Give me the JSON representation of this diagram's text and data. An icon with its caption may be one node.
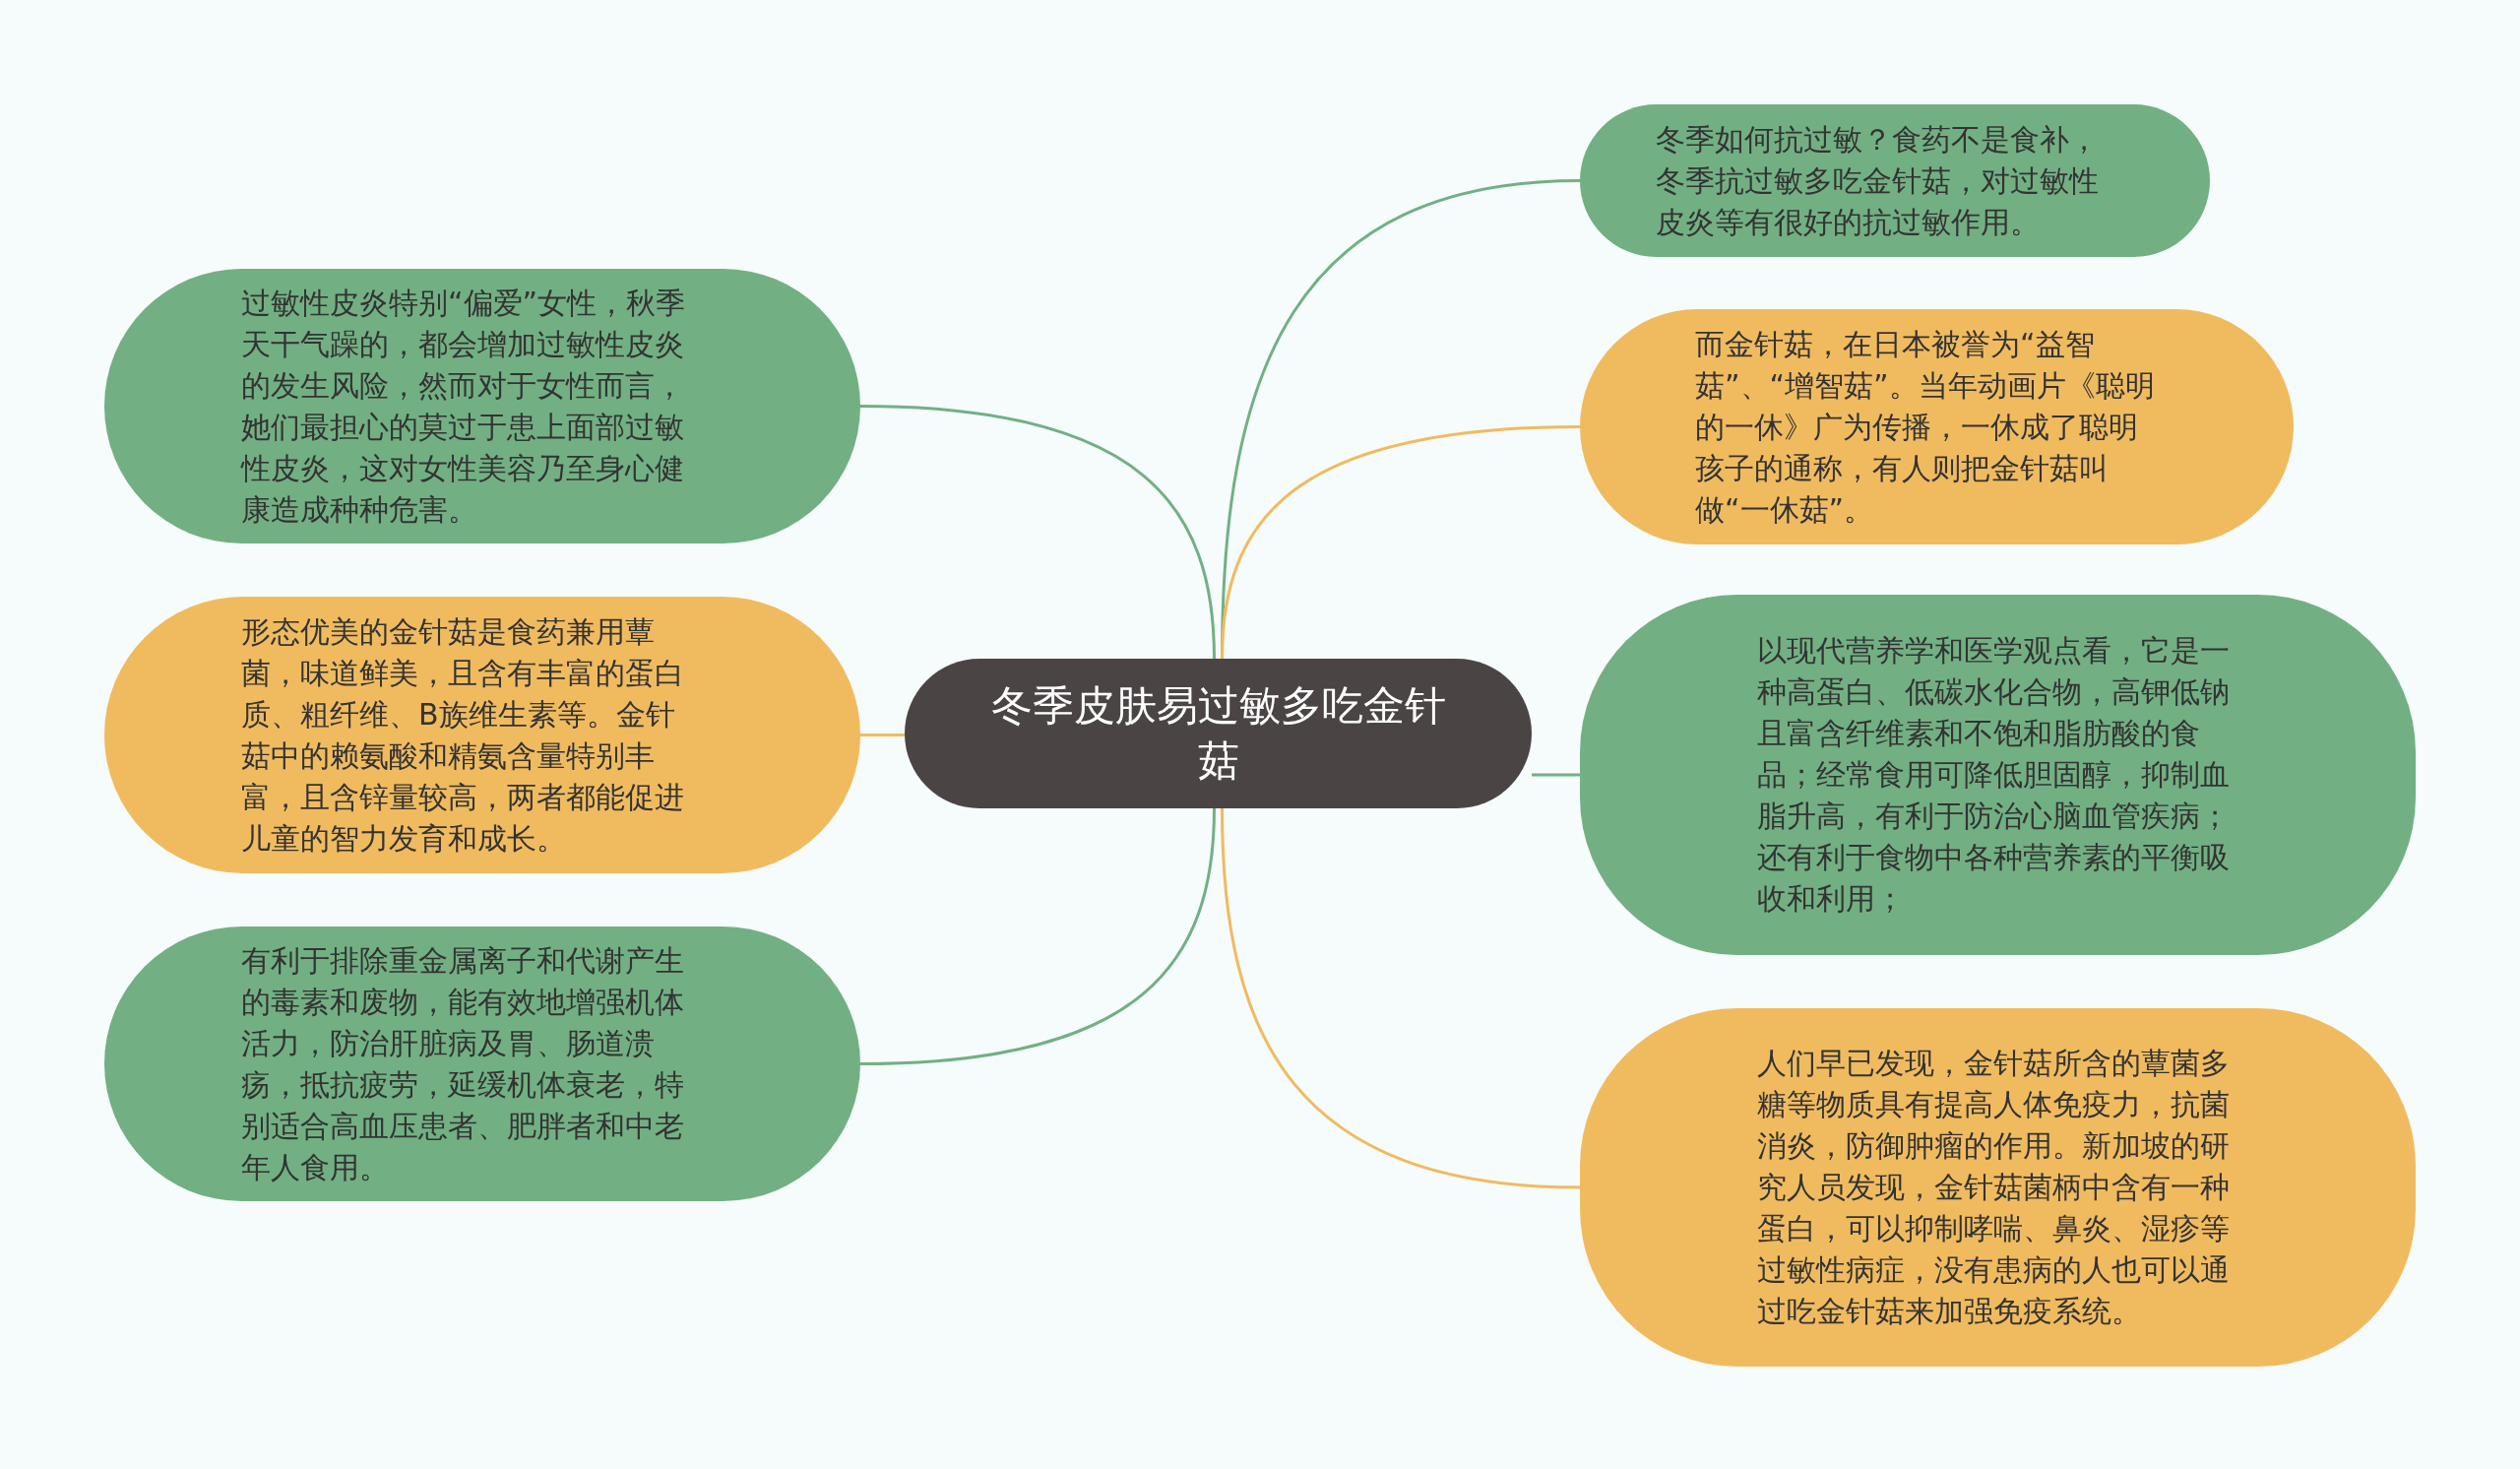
{
  "diagram": {
    "nodes": [
      {
        "text": [
          "冬季皮肤易过敏多吃金针菇"
        ]
      },
      {
        "text": [
          "冬季如何抗过敏？食药不是食补，冬季抗过敏多吃金针菇，对过敏性皮炎等有很好的抗过敏作用。"
        ]
      },
      {
        "text": [
          "而金针菇，在日本被誉为“益智菇”、“增智菇”。当年动画片《聪明的一休》广为传播，一休成了聪明孩子的通称，有人则把金针菇叫做“一休菇”。"
        ]
      },
      {
        "text": [
          "以现代营养学和医学观点看，它是一种高蛋白、低碳水化合物，高钾低钠且富含纤维素和不饱和脂肪酸的食品；经常食用可降低胆固醇，抑制血脂升高，有利于防治心脑血管疾病；还有利于食物中各种营养素的平衡吸收和利用；"
        ]
      },
      {
        "text": [
          "人们早已发现，金针菇所含的蕈菌多糖等物质具有提高人体免疫力，抗菌消炎，防御肿瘤的作用。新加坡的研究人员发现，金针菇菌柄中含有一种蛋白，可以抑制哮喘、鼻炎、湿疹等过敏性病症，没有患病的人也可以通过吃金针菇来加强免疫系统。"
        ]
      },
      {
        "text": [
          "过敏性皮炎特别“偏爱”女性，秋季天干气躁的，都会增加过敏性皮炎的发生风险，然而对于女性而言，她们最担心的莫过于患上面部过敏性皮炎，这对女性美容乃至身心健康造成种种危害。"
        ]
      },
      {
        "text": [
          "形态优美的金针菇是食药兼用蕈菌，味道鲜美，且含有丰富的蛋白质、粗纤维、B族维生素等。金针菇中的赖氨酸和精氨含量特别丰富，且含锌量较高，两者都能促进儿童的智力发育和成长。"
        ]
      },
      {
        "text": [
          "有利于排除重金属离子和代谢产生的毒素和废物，能有效地增强机体活力，防治肝脏病及胃、肠道溃疡，抵抗疲劳，延缓机体衰老，特别适合高血压患者、肥胖者和中老年人食用。"
        ]
      }
    ],
    "edges": [
      {
        "from": 0,
        "to": 1,
        "arrow": "none"
      },
      {
        "from": 0,
        "to": 2,
        "arrow": "none",
        "color": "#f0bb5f"
      },
      {
        "from": 0,
        "to": 3,
        "arrow": "none"
      },
      {
        "from": 0,
        "to": 4,
        "arrow": "none",
        "color": "#f0bb5f"
      },
      {
        "from": 0,
        "to": 5,
        "arrow": "none"
      },
      {
        "from": 0,
        "to": 6,
        "arrow": "none",
        "color": "#f0bb5f"
      },
      {
        "from": 0,
        "to": 7,
        "arrow": "none"
      }
    ]
  }
}
